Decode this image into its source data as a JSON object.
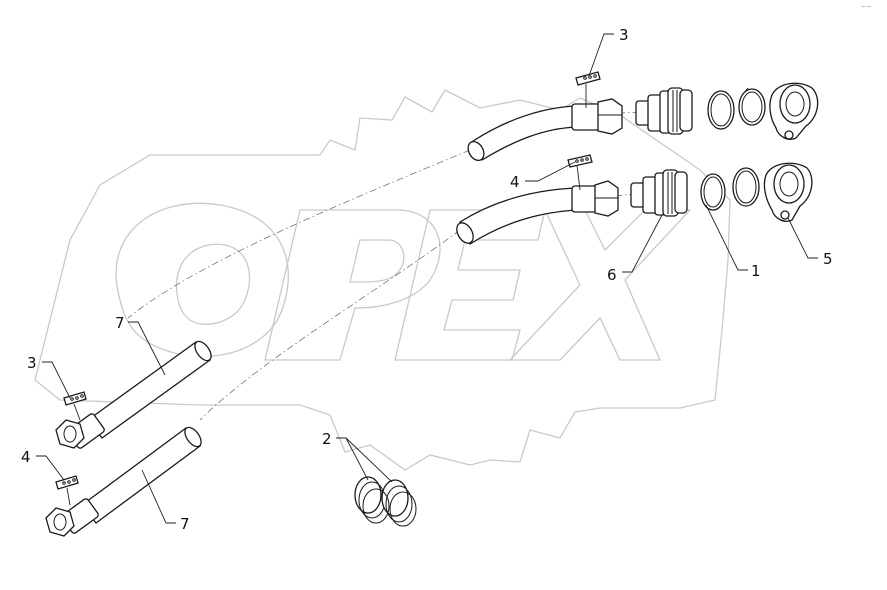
{
  "watermark": {
    "text": "OPEX"
  },
  "corner_mark": "⌐—",
  "callouts": [
    {
      "id": "c3a",
      "label": "3"
    },
    {
      "id": "c4a",
      "label": "4"
    },
    {
      "id": "c1",
      "label": "1"
    },
    {
      "id": "c5",
      "label": "5"
    },
    {
      "id": "c6",
      "label": "6"
    },
    {
      "id": "c7a",
      "label": "7"
    },
    {
      "id": "c3b",
      "label": "3"
    },
    {
      "id": "c2",
      "label": "2"
    },
    {
      "id": "c4b",
      "label": "4"
    },
    {
      "id": "c7b",
      "label": "7"
    }
  ]
}
